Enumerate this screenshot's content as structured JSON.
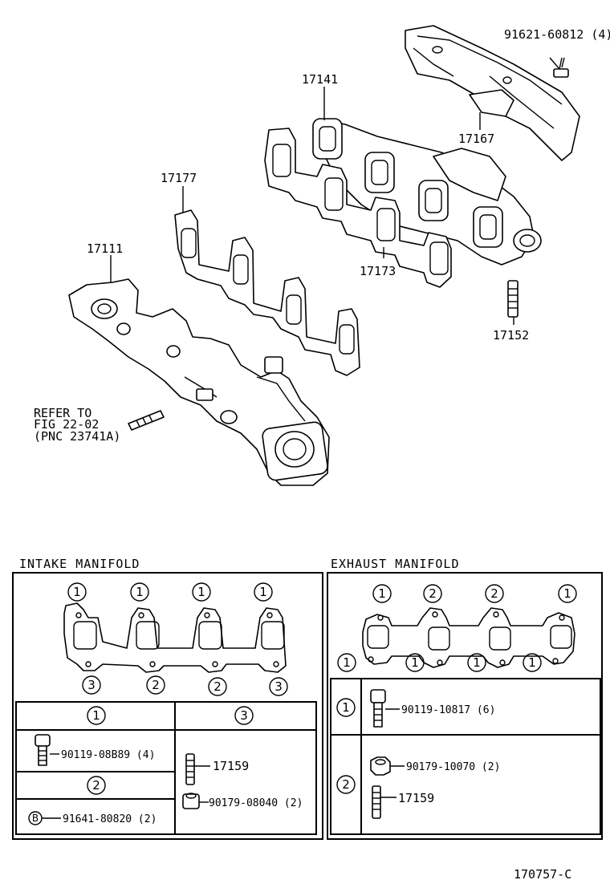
{
  "callouts": {
    "p91621": "91621-60812 (4)",
    "p17141": "17141",
    "p17167": "17167",
    "p17177": "17177",
    "p17111": "17111",
    "p17173": "17173",
    "p17152": "17152"
  },
  "refer": {
    "line1": "REFER TO",
    "line2": "FIG 22-02",
    "line3": "(PNC 23741A)"
  },
  "intake": {
    "title": "INTAKE MANIFOLD",
    "top_marks": [
      "1",
      "1",
      "1",
      "1"
    ],
    "bottom_marks": [
      "3",
      "2",
      "2",
      "3"
    ],
    "col1_header": "1",
    "col3_header": "3",
    "row2_header": "2",
    "part1": "90119-08B89 (4)",
    "part2_badge": "B",
    "part2": "91641-80820 (2)",
    "part3a": "17159",
    "part3b": "90179-08040 (2)"
  },
  "exhaust": {
    "title": "EXHAUST MANIFOLD",
    "top_marks": [
      "1",
      "2",
      "2",
      "1"
    ],
    "bottom_marks": [
      "1",
      "1",
      "1",
      "1"
    ],
    "row1_header": "1",
    "row2_header": "2",
    "part1": "90119-10817 (6)",
    "part2a": "90179-10070 (2)",
    "part2b": "17159"
  },
  "figure_id": "170757-C"
}
